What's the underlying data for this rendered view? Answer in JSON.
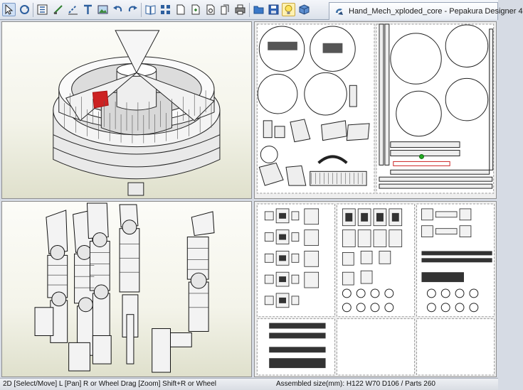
{
  "window": {
    "tab_title": "Hand_Mech_xploded_core - Pepakura Designer 4",
    "tab_icon": "pepakura-app-icon"
  },
  "toolbar": {
    "tools": [
      {
        "name": "select-tool-icon",
        "selected": true
      },
      {
        "name": "rotate-tool-icon"
      },
      {
        "name": "align-tool-icon"
      },
      {
        "name": "edge-tool-icon"
      },
      {
        "name": "fold-line-tool-icon"
      },
      {
        "name": "text-tool-icon"
      },
      {
        "name": "image-tool-icon"
      },
      {
        "name": "undo-icon"
      },
      {
        "name": "redo-icon"
      },
      {
        "name": "book-icon"
      },
      {
        "name": "unfold-icon"
      },
      {
        "name": "page-icon"
      },
      {
        "name": "page-add-icon"
      },
      {
        "name": "page-settings-icon"
      },
      {
        "name": "page-copy-icon"
      },
      {
        "name": "print-icon"
      },
      {
        "name": "open-folder-icon"
      },
      {
        "name": "save-icon"
      },
      {
        "name": "lightbulb-icon",
        "selected": true
      },
      {
        "name": "cube-icon"
      }
    ]
  },
  "panes": {
    "view3d_top": "3d-view-exploded-core",
    "view3d_bottom": "3d-view-hand-fingers",
    "view2d_top": "2d-pattern-sheets-top",
    "view2d_bottom": "2d-pattern-sheets-bottom"
  },
  "colors": {
    "selection_red": "#cc2222",
    "marker_green": "#22aa22",
    "accent_blue": "#3a6ea5"
  },
  "statusbar": {
    "hint": "2D [Select/Move] L [Pan] R or Wheel Drag [Zoom] Shift+R or Wheel",
    "assembled_size": "Assembled size(mm): H122 W70 D106 / Parts 260"
  }
}
